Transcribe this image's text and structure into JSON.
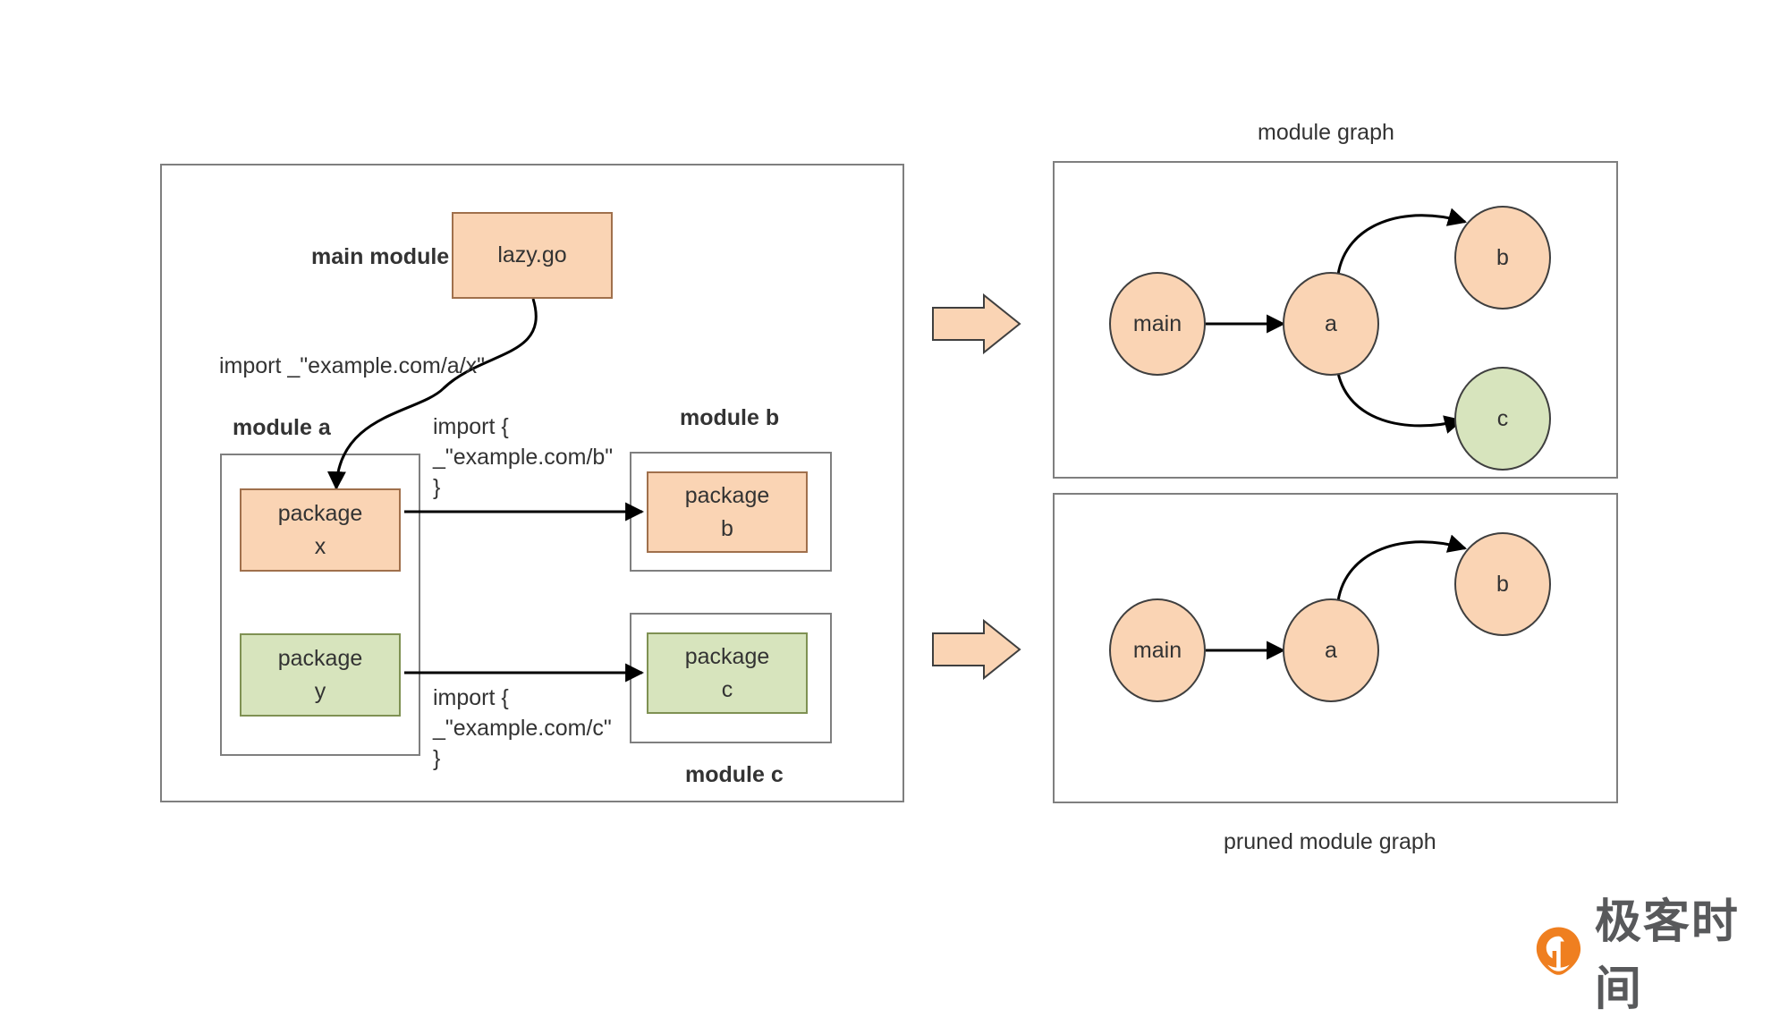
{
  "diagram": {
    "title_top_right": "module graph",
    "title_bottom_right": "pruned module graph",
    "left_panel": {
      "main_module_label": "main module",
      "lazy_file_box": "lazy.go",
      "import_main_to_x": "import _\"example.com/a/x\"",
      "module_a_label": "module a",
      "module_b_label": "module b",
      "module_c_label": "module c",
      "package_x_box": "package\nx",
      "package_y_box": "package\ny",
      "package_b_box": "package\nb",
      "package_c_box": "package\nc",
      "import_x_to_b": "import {\n_\"example.com/b\"\n}",
      "import_y_to_c": "import {\n_\"example.com/c\"\n}"
    },
    "module_graph": {
      "nodes": [
        {
          "id": "main",
          "label": "main",
          "color": "#fad4b4"
        },
        {
          "id": "a",
          "label": "a",
          "color": "#fad4b4"
        },
        {
          "id": "b",
          "label": "b",
          "color": "#fad4b4"
        },
        {
          "id": "c",
          "label": "c",
          "color": "#d7e4bd"
        }
      ],
      "edges": [
        {
          "from": "main",
          "to": "a"
        },
        {
          "from": "a",
          "to": "b"
        },
        {
          "from": "a",
          "to": "c"
        }
      ]
    },
    "pruned_module_graph": {
      "nodes": [
        {
          "id": "main",
          "label": "main",
          "color": "#fad4b4"
        },
        {
          "id": "a",
          "label": "a",
          "color": "#fad4b4"
        },
        {
          "id": "b",
          "label": "b",
          "color": "#fad4b4"
        }
      ],
      "edges": [
        {
          "from": "main",
          "to": "a"
        },
        {
          "from": "a",
          "to": "b"
        }
      ]
    },
    "watermark": {
      "text": "极客时间",
      "logo_color": "#ef7f20"
    },
    "colors": {
      "orange_fill": "#fad4b4",
      "orange_stroke": "#a0704c",
      "green_fill": "#d7e4bd",
      "green_stroke": "#7f9153",
      "frame_stroke": "#7f7f7f",
      "arrow_stroke": "#000000",
      "big_arrow_fill": "#fad4b4",
      "text": "#333333"
    }
  }
}
